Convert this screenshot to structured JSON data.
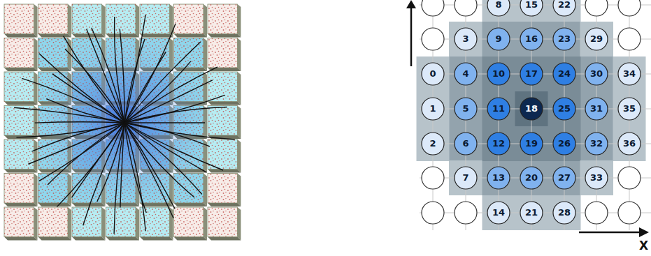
{
  "diagram": {
    "nodes": [
      {
        "text": [
          "0"
        ]
      },
      {
        "text": [
          "1"
        ]
      },
      {
        "text": [
          "2"
        ]
      },
      {
        "text": [
          "3"
        ]
      },
      {
        "text": [
          "4"
        ]
      },
      {
        "text": [
          "5"
        ]
      },
      {
        "text": [
          "6"
        ]
      },
      {
        "text": [
          "7"
        ]
      },
      {
        "text": [
          "8"
        ]
      },
      {
        "text": [
          "9"
        ]
      },
      {
        "text": [
          "10"
        ]
      },
      {
        "text": [
          "11"
        ]
      },
      {
        "text": [
          "12"
        ]
      },
      {
        "text": [
          "13"
        ]
      },
      {
        "text": [
          "14"
        ]
      },
      {
        "text": [
          "15"
        ]
      },
      {
        "text": [
          "16"
        ]
      },
      {
        "text": [
          "17"
        ]
      },
      {
        "text": [
          "18"
        ]
      },
      {
        "text": [
          "19"
        ]
      },
      {
        "text": [
          "20"
        ]
      },
      {
        "text": [
          "21"
        ]
      },
      {
        "text": [
          "22"
        ]
      },
      {
        "text": [
          "23"
        ]
      },
      {
        "text": [
          "24"
        ]
      },
      {
        "text": [
          "25"
        ]
      },
      {
        "text": [
          "26"
        ]
      },
      {
        "text": [
          "27"
        ]
      },
      {
        "text": [
          "28"
        ]
      },
      {
        "text": [
          "29"
        ]
      },
      {
        "text": [
          "30"
        ]
      },
      {
        "text": [
          "31"
        ]
      },
      {
        "text": [
          "32"
        ]
      },
      {
        "text": [
          "33"
        ]
      },
      {
        "text": [
          "34"
        ]
      },
      {
        "text": [
          "35"
        ]
      },
      {
        "text": [
          "36"
        ]
      }
    ],
    "labels": [
      "X"
    ]
  }
}
